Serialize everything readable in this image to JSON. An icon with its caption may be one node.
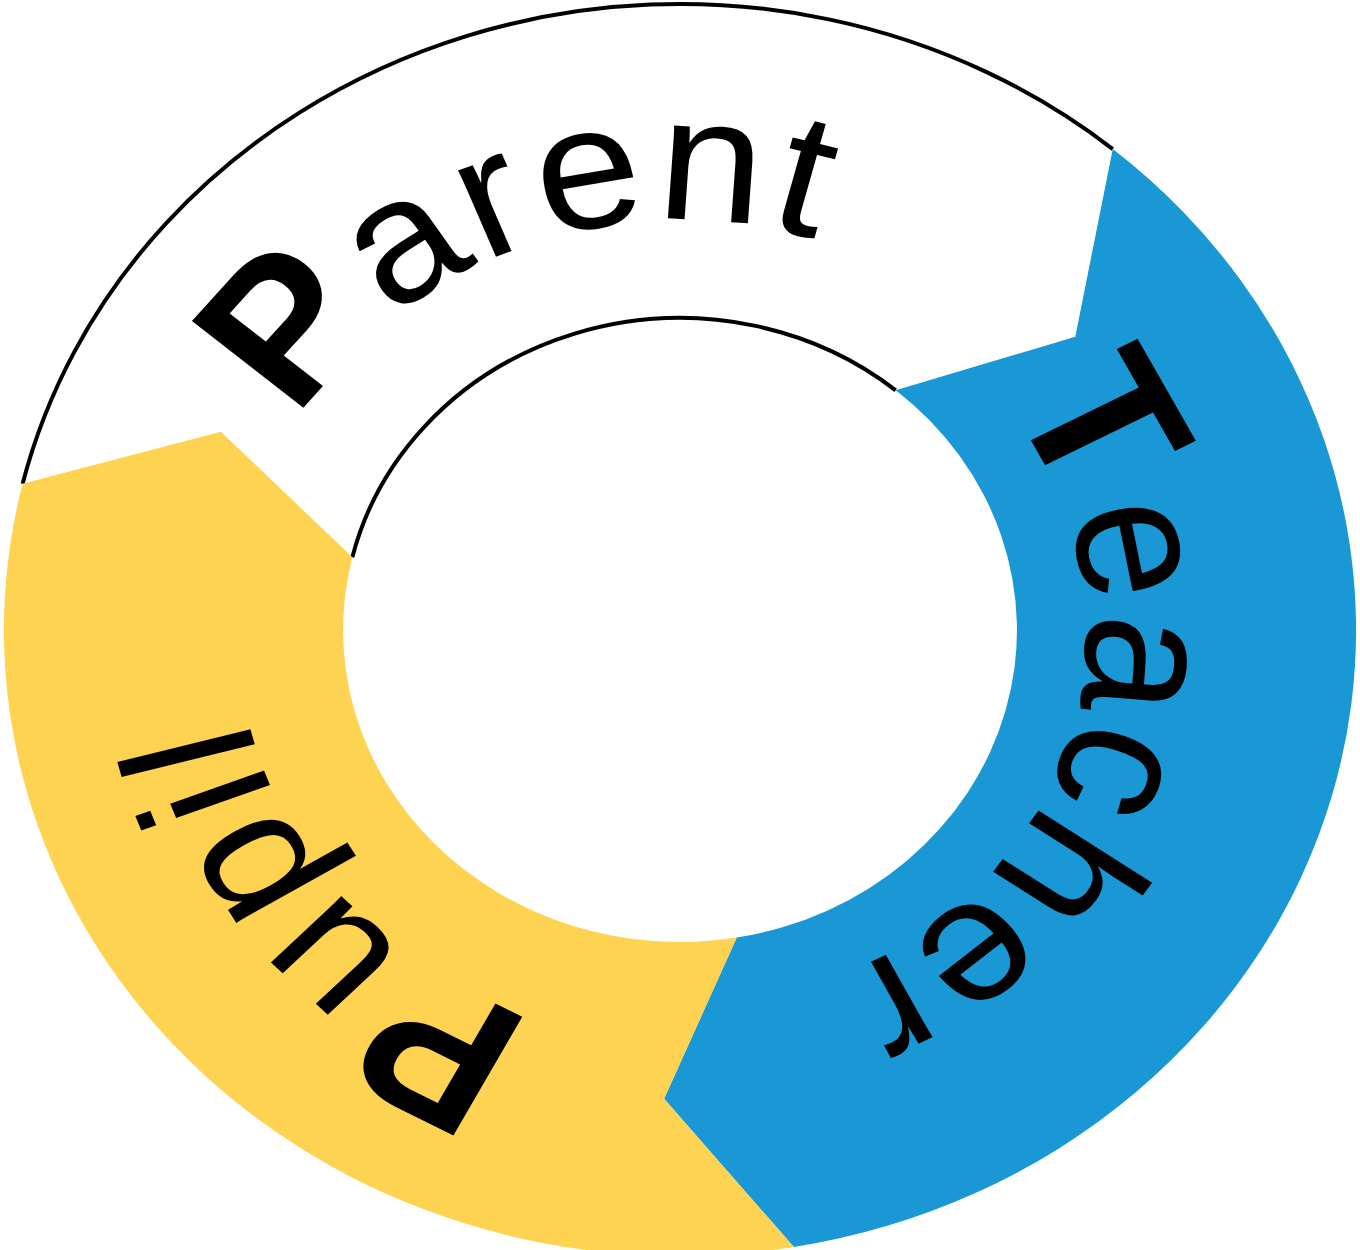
{
  "diagram": {
    "nodes": [
      {
        "text": [
          "**P**arent"
        ]
      },
      {
        "text": [
          "**T**eacher"
        ]
      },
      {
        "text": [
          "**P**upil"
        ]
      }
    ]
  }
}
